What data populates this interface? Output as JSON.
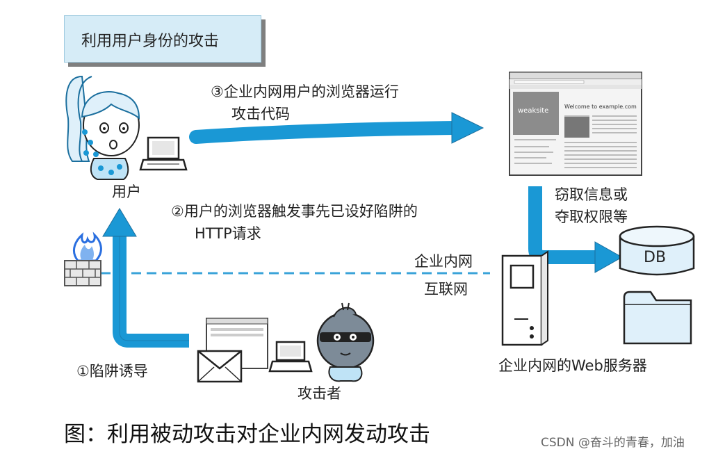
{
  "title": "利用用户身份的攻击",
  "nodes": {
    "user": "用户",
    "attacker": "攻击者",
    "server": "企业内网的Web服务器",
    "db": "DB"
  },
  "steps": {
    "step1": "①陷阱诱导",
    "step2_line1": "②用户的浏览器触发事先已设好陷阱的",
    "step2_line2": "HTTP请求",
    "step3_line1": "③企业内网用户的浏览器运行",
    "step3_line2": "攻击代码",
    "steal_line1": "窃取信息或",
    "steal_line2": "夺取权限等"
  },
  "network": {
    "intranet": "企业内网",
    "internet": "互联网"
  },
  "browser": {
    "site_name": "weaksite",
    "welcome": "Welcome to example.com"
  },
  "caption": "图：利用被动攻击对企业内网发动攻击",
  "watermark": "CSDN @奋斗的青春，加油",
  "colors": {
    "arrow": "#1a98d5",
    "title_bg": "#d6ecf7",
    "dashed_line": "#3aa3d8",
    "fire": "#2a6fe0"
  }
}
